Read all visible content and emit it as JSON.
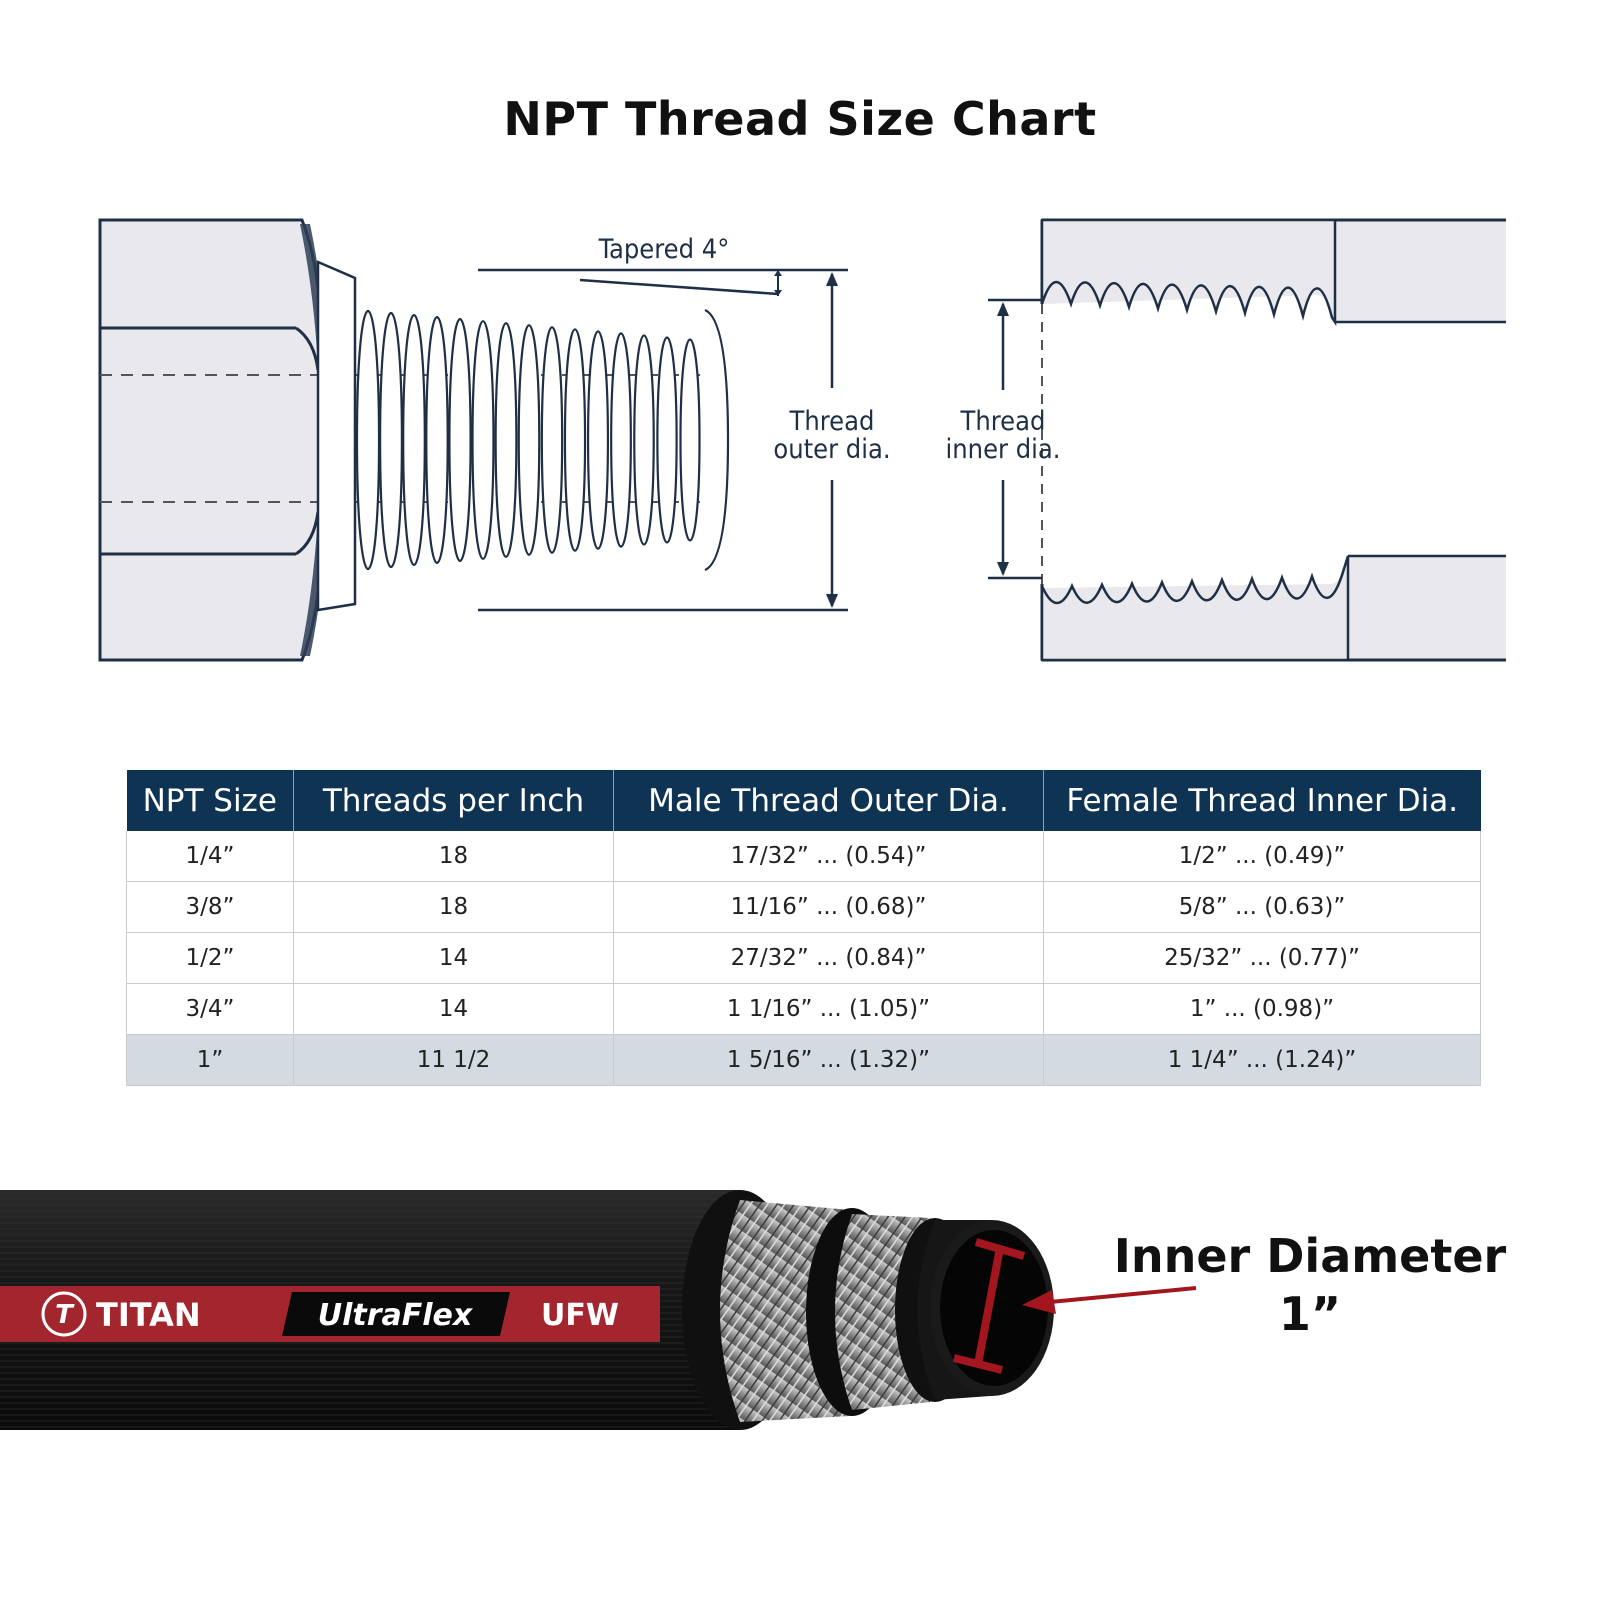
{
  "title": "NPT Thread Size Chart",
  "diagram": {
    "taper_label": "Tapered 4°",
    "male_label_line1": "Thread",
    "male_label_line2": "outer dia.",
    "female_label_line1": "Thread",
    "female_label_line2": "inner dia."
  },
  "table": {
    "headers": [
      "NPT Size",
      "Threads per Inch",
      "Male Thread Outer Dia.",
      "Female Thread Inner Dia."
    ],
    "rows": [
      [
        "1/4”",
        "18",
        "17/32” ... (0.54)”",
        "1/2” ... (0.49)”"
      ],
      [
        "3/8”",
        "18",
        "11/16” ... (0.68)”",
        "5/8” ... (0.63)”"
      ],
      [
        "1/2”",
        "14",
        "27/32” ... (0.84)”",
        "25/32” ... (0.77)”"
      ],
      [
        "3/4”",
        "14",
        "1 1/16” ... (1.05)”",
        "1” ... (0.98)”"
      ],
      [
        "1”",
        "11 1/2",
        "1 5/16” ... (1.32)”",
        "1 1/4” ... (1.24)”"
      ]
    ],
    "highlight_row": 4
  },
  "hose": {
    "brand": "TITAN",
    "product": "UltraFlex",
    "code": "UFW",
    "brand_stripe_color": "#a3262e",
    "marker_color": "#a3161f"
  },
  "inner_diameter_label": "Inner Diameter",
  "inner_diameter_value": "1”",
  "colors": {
    "header_bg": "#0f3352",
    "line": "#1f2f45",
    "fitting_fill": "#e8e8ed"
  }
}
